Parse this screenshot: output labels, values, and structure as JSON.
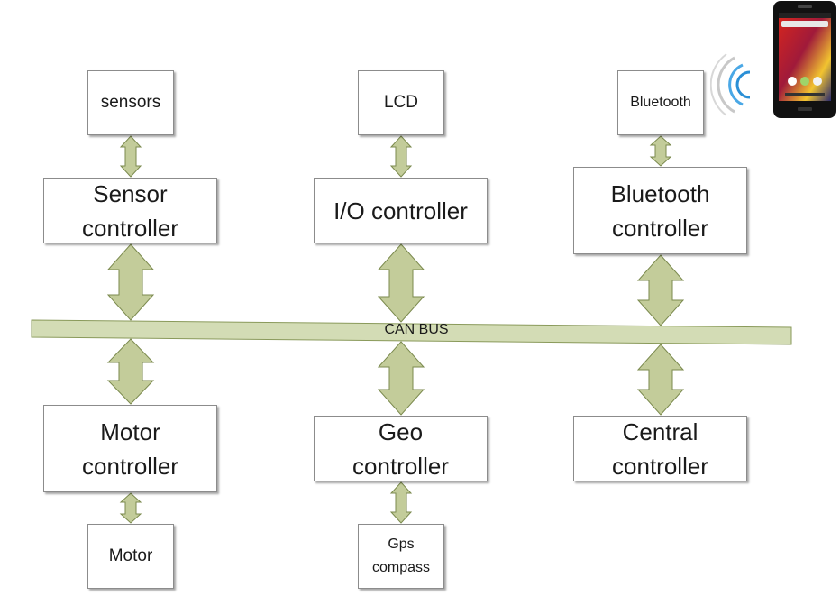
{
  "bus": {
    "label": "CAN BUS",
    "color": "#d3dcb5",
    "stroke": "#8a9a5b"
  },
  "arrow_color": "#c3cc9a",
  "arrow_stroke": "#7b8a4e",
  "nodes": {
    "sensors": "sensors",
    "sensor_controller": "Sensor\ncontroller",
    "lcd": "LCD",
    "io_controller": "I/O controller",
    "bluetooth": "Bluetooth",
    "bluetooth_controller": "Bluetooth\ncontroller",
    "motor_controller": "Motor\ncontroller",
    "geo_controller": "Geo\ncontroller",
    "central_controller": "Central\ncontroller",
    "motor": "Motor",
    "gps_compass": "Gps\ncompass"
  }
}
